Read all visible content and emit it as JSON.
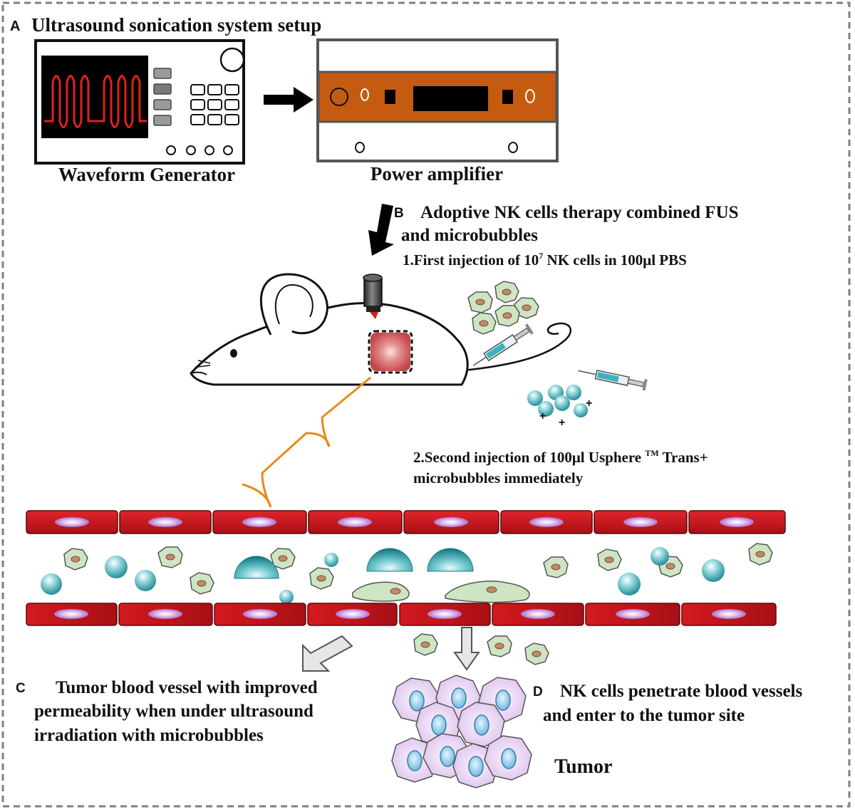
{
  "panels": {
    "A": {
      "letter": "A",
      "title": "Ultrasound sonication system setup"
    },
    "B": {
      "letter": "B",
      "title_line1": "Adoptive NK cells therapy combined FUS",
      "title_line2": "and microbubbles"
    },
    "C": {
      "letter": "C",
      "line1": "Tumor blood vessel with improved",
      "line2": "permeability when under ultrasound",
      "line3": "irradiation with microbubbles"
    },
    "D": {
      "letter": "D",
      "line1": "NK cells penetrate blood vessels",
      "line2": "and enter to the tumor site"
    }
  },
  "devices": {
    "waveform_generator": "Waveform Generator",
    "power_amplifier": "Power amplifier"
  },
  "steps": {
    "step1_prefix": "1.First injection of 10",
    "step1_sup": "7",
    "step1_suffix": " NK cells in 100μl PBS",
    "step2_prefix": "2.Second injection of 100μl Usphere ",
    "step2_sup": "TM",
    "step2_suffix": " Trans+",
    "step2_line2": "microbubbles immediately"
  },
  "plus_sign": "+",
  "tumor_label": "Tumor",
  "colors": {
    "frame_border": "#7f7f7f",
    "amplifier_band": "#c55a11",
    "waveform": "#e02020",
    "vessel_cell": "#c8151b",
    "nucleus": "#a05ab8",
    "nk_cell": "#cde5c3",
    "nk_nucleus": "#c08a6a",
    "microbubble": "#2e9fa8",
    "tumor_cell": "#ead7f2",
    "tumor_nucleus": "#9fd2ec",
    "ultrasound_wave": "#e88a1a"
  }
}
